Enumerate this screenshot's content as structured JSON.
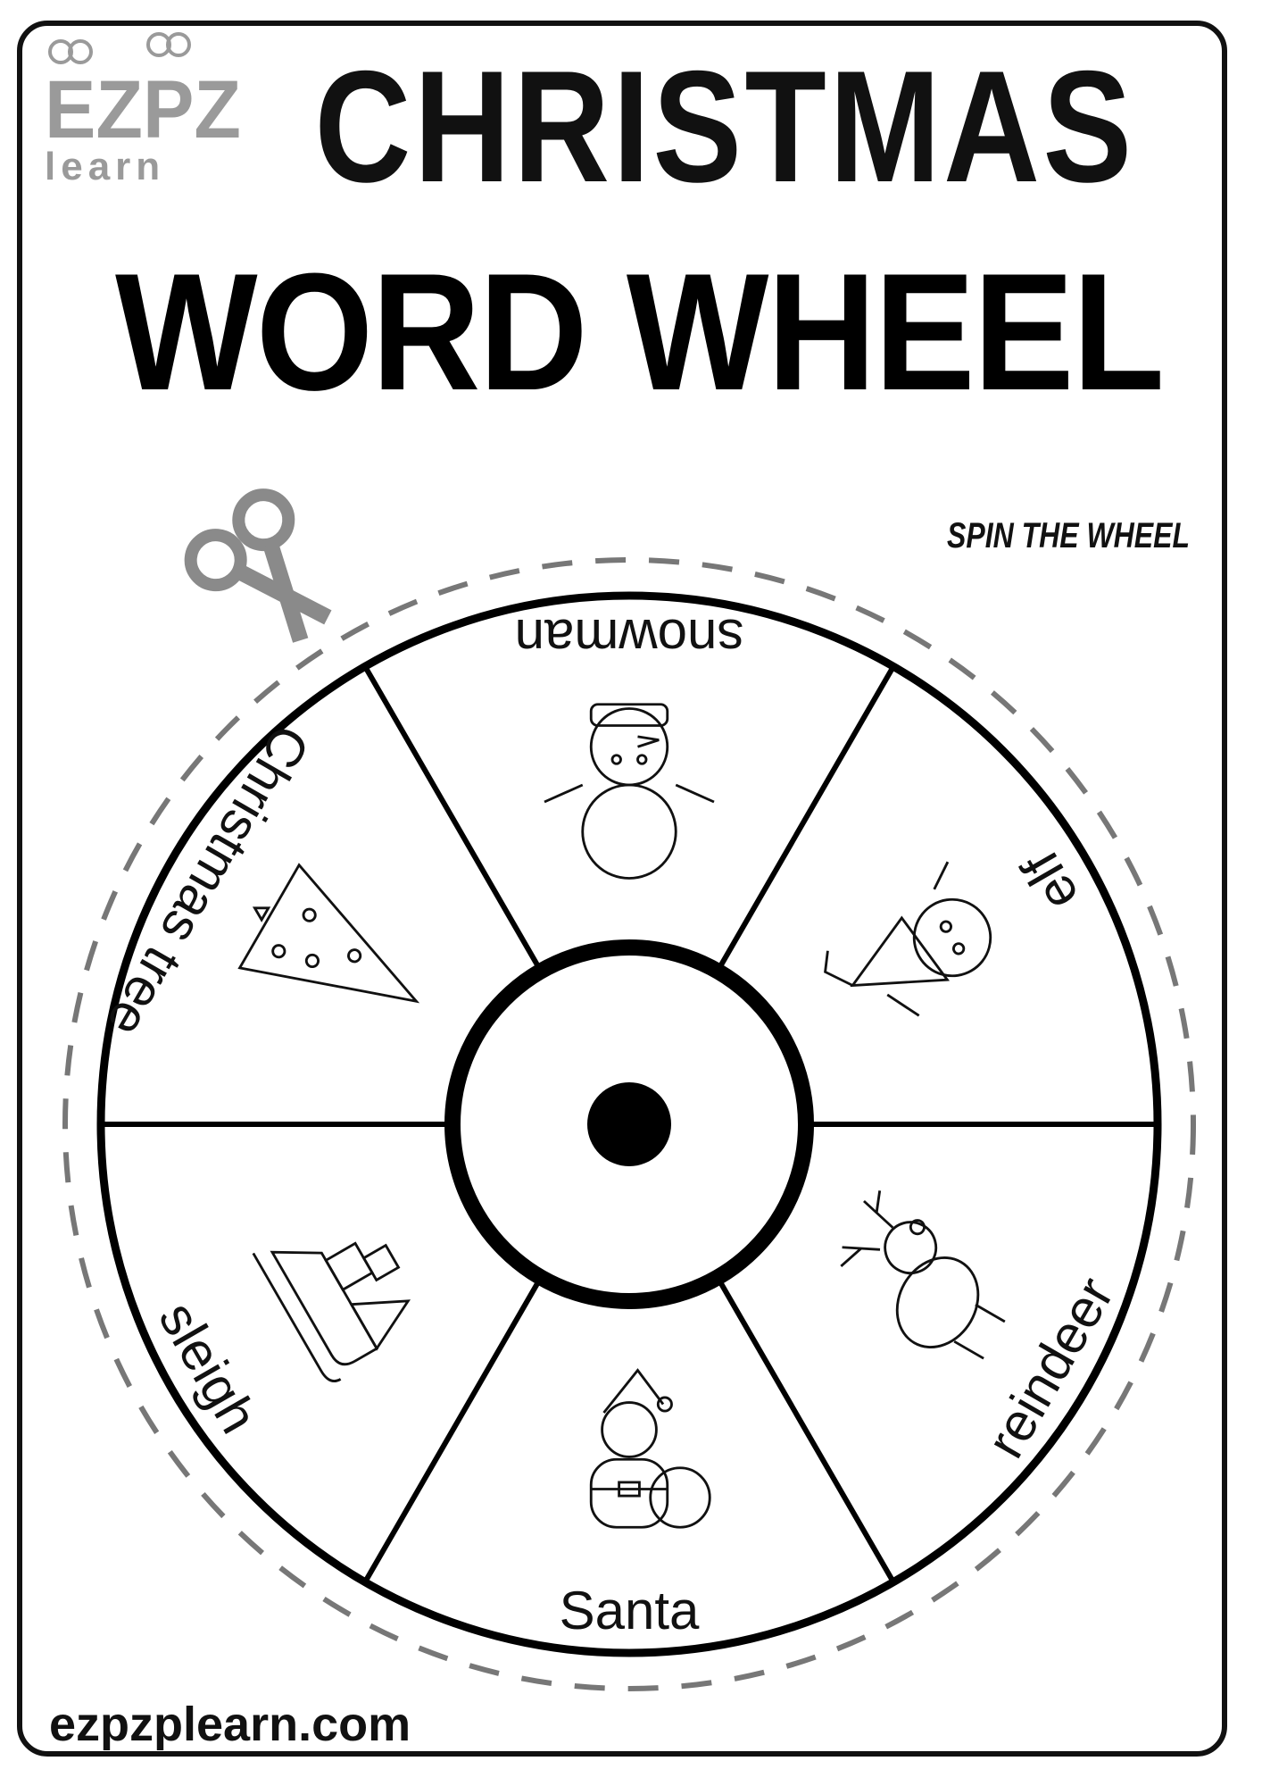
{
  "logo": {
    "top_text": "EZPZ",
    "bottom_text": "learn"
  },
  "header": {
    "title_line1": "CHRISTMAS",
    "title_line2": "WORD WHEEL"
  },
  "instruction": "SPIN THE WHEEL",
  "wheel": {
    "segments": [
      {
        "label": "Santa",
        "icon": "santa-icon"
      },
      {
        "label": "sleigh",
        "icon": "sleigh-icon"
      },
      {
        "label": "Christmas tree",
        "icon": "christmas-tree-icon"
      },
      {
        "label": "snowman",
        "icon": "snowman-icon"
      },
      {
        "label": "elf",
        "icon": "elf-icon"
      },
      {
        "label": "reindeer",
        "icon": "reindeer-icon"
      }
    ],
    "cut_line_icon": "scissors-icon"
  },
  "footer": {
    "website": "ezpzplearn.com"
  },
  "colors": {
    "ink": "#111111",
    "logo_gray": "#999999",
    "dash_gray": "#777777"
  }
}
